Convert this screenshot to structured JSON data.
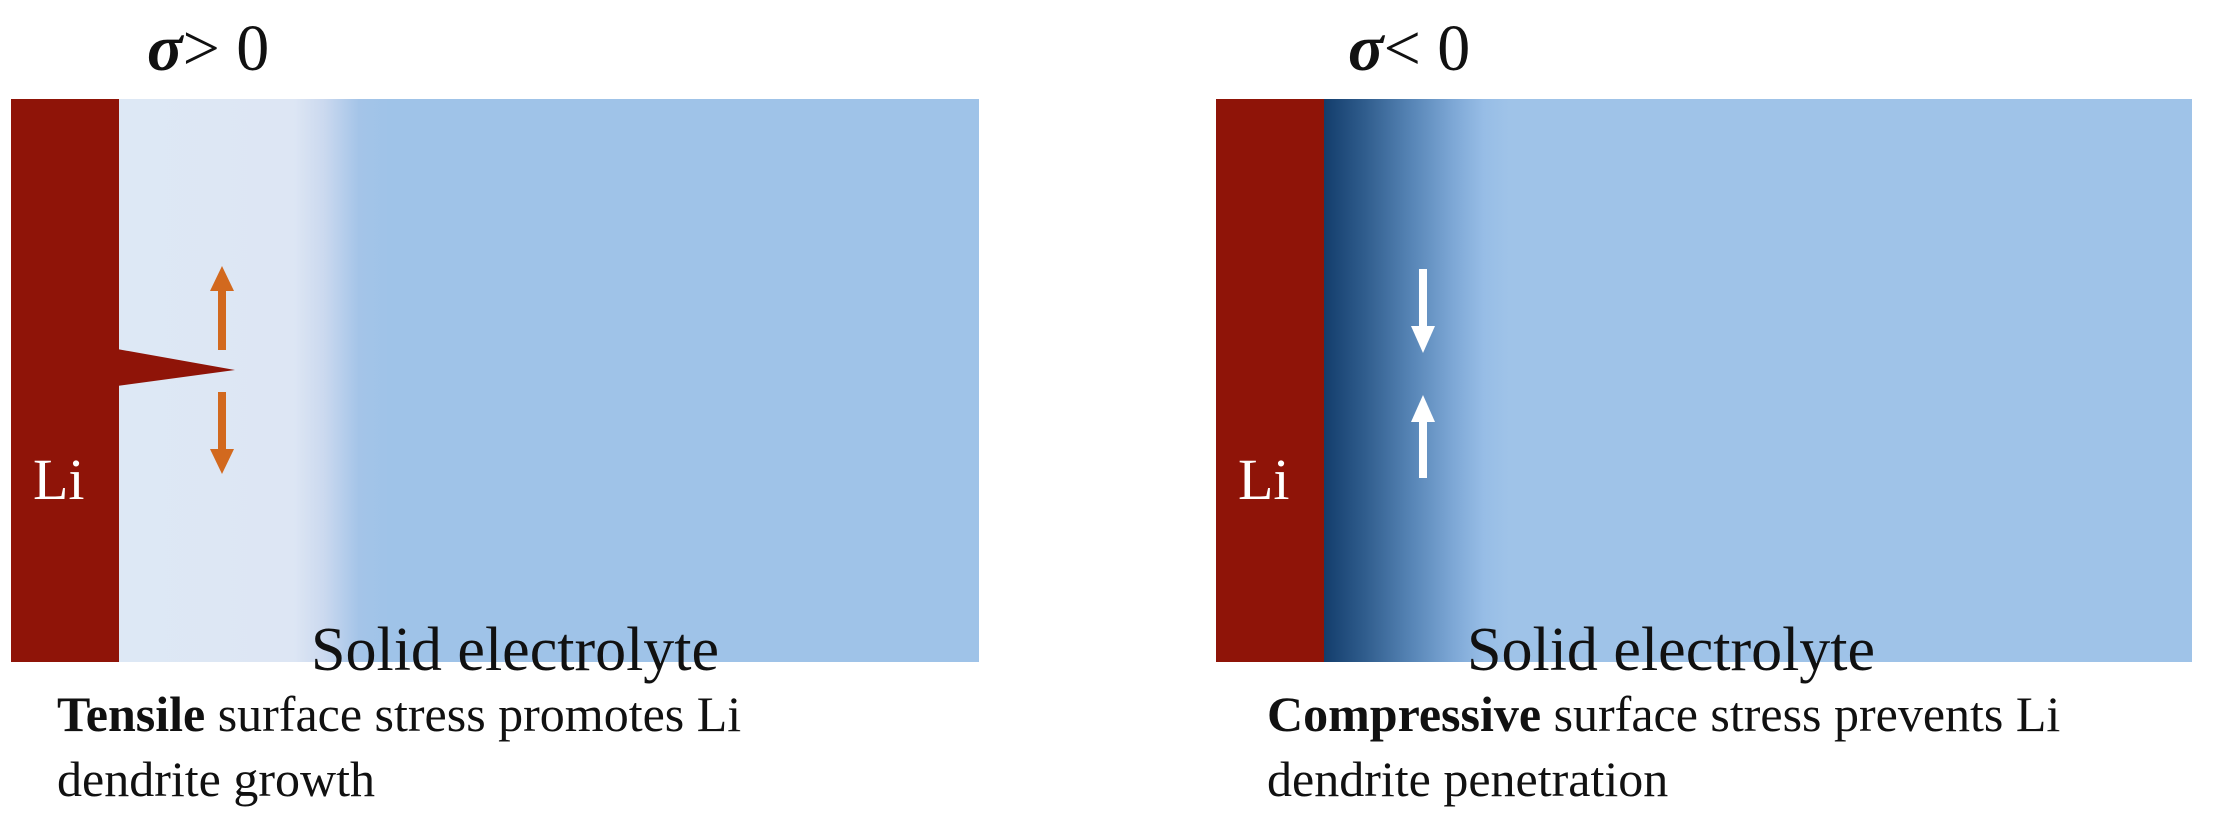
{
  "panels": [
    {
      "sigma_symbol": "σ",
      "sigma_relation": "> 0",
      "li_label": "Li",
      "electrolyte_label": "Solid electrolyte",
      "caption_bold": "Tensile",
      "caption_line1_rest": " surface stress promotes Li",
      "caption_line2": "dendrite growth",
      "arrow_color": "#d2691e"
    },
    {
      "sigma_symbol": "σ",
      "sigma_relation": "< 0",
      "li_label": "Li",
      "electrolyte_label": "Solid electrolyte",
      "caption_bold": "Compressive",
      "caption_line1_rest": " surface stress prevents Li",
      "caption_line2": "dendrite penetration",
      "arrow_color": "#ffffff"
    }
  ],
  "colors": {
    "lithium": "#8f1408",
    "electrolyte": "#9fc3e8",
    "tensile_zone": "#dde8f5",
    "compressive_zone": "#133d6c"
  },
  "icons": {
    "left_arrows": "double-headed-vertical-arrow",
    "right_arrows": "converging-vertical-arrows",
    "dendrite": "dendrite-spike"
  }
}
